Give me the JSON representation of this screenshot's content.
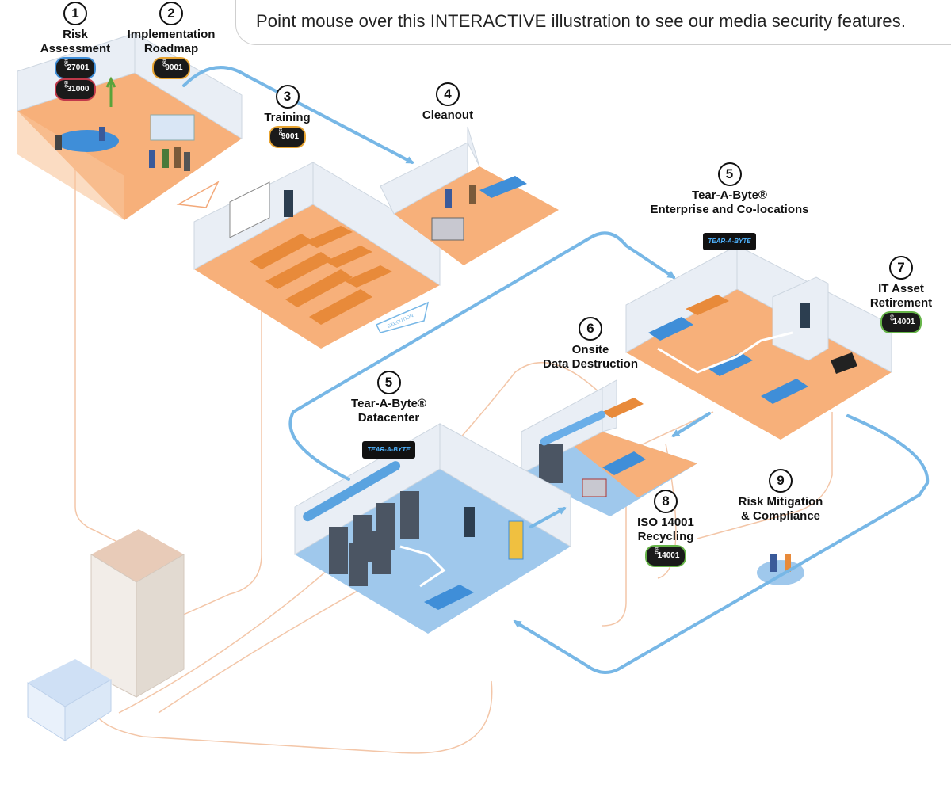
{
  "banner": {
    "text": "Point mouse over this INTERACTIVE illustration to see our media security features."
  },
  "steps": [
    {
      "id": "risk-assessment",
      "number": "1",
      "label": "Risk\nAssessment",
      "badges": [
        "27001",
        "31000"
      ]
    },
    {
      "id": "implementation-roadmap",
      "number": "2",
      "label": "Implementation\nRoadmap",
      "badges": [
        "9001"
      ]
    },
    {
      "id": "training",
      "number": "3",
      "label": "Training",
      "badges": [
        "9001"
      ]
    },
    {
      "id": "cleanout",
      "number": "4",
      "label": "Cleanout",
      "badges": []
    },
    {
      "id": "tab-enterprise",
      "number": "5",
      "label": "Tear-A-Byte®\nEnterprise and Co-locations",
      "badges": [],
      "logo": "TEAR-A-BYTE"
    },
    {
      "id": "it-asset-retirement",
      "number": "7",
      "label": "IT Asset\nRetirement",
      "badges": [
        "14001"
      ]
    },
    {
      "id": "onsite-destruction",
      "number": "6",
      "label": "Onsite\nData Destruction",
      "badges": []
    },
    {
      "id": "tab-datacenter",
      "number": "5",
      "label": "Tear-A-Byte®\nDatacenter",
      "badges": [],
      "logo": "TEAR-A-BYTE"
    },
    {
      "id": "iso-recycling",
      "number": "8",
      "label": "ISO 14001\nRecycling",
      "badges": [
        "14001"
      ]
    },
    {
      "id": "risk-mitigation",
      "number": "9",
      "label": "Risk Mitigation\n& Compliance",
      "badges": []
    }
  ],
  "tags": {
    "execution": "EXECUTION"
  },
  "colors": {
    "floor_orange": "#f7b07a",
    "floor_blue": "#9fc8ec",
    "flow_arrow": "#77b7e6",
    "thin_line": "#f3c6a8",
    "wall": "#e9eef5"
  }
}
